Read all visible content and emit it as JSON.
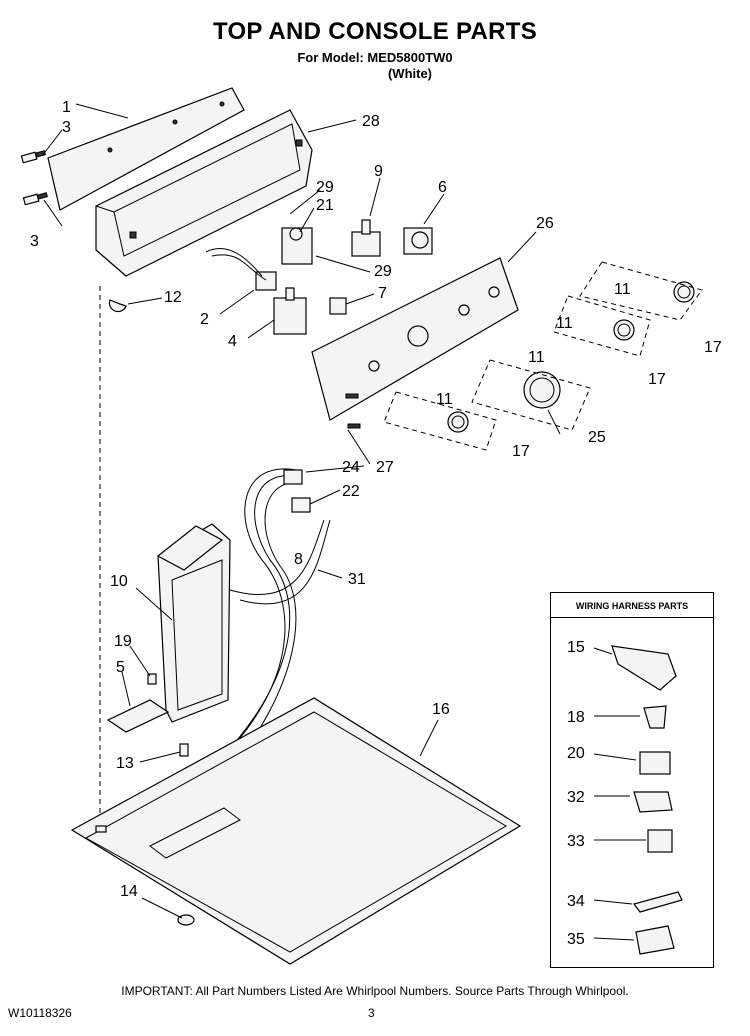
{
  "header": {
    "title": "TOP AND CONSOLE PARTS",
    "model_line": "For Model: MED5800TW0",
    "color_line": "(White)"
  },
  "callouts": [
    "1",
    "3",
    "3",
    "28",
    "29",
    "21",
    "9",
    "6",
    "26",
    "12",
    "2",
    "29",
    "7",
    "4",
    "11",
    "11",
    "17",
    "11",
    "17",
    "11",
    "17",
    "25",
    "27",
    "24",
    "22",
    "8",
    "31",
    "10",
    "19",
    "5",
    "13",
    "16",
    "14"
  ],
  "harness_box": {
    "title": "WIRING HARNESS PARTS",
    "items": [
      "15",
      "18",
      "20",
      "32",
      "33",
      "34",
      "35"
    ]
  },
  "footer": {
    "important": "IMPORTANT: All Part Numbers Listed Are Whirlpool Numbers. Source Parts Through Whirlpool.",
    "doc_number": "W10118326",
    "page_number": "3"
  }
}
